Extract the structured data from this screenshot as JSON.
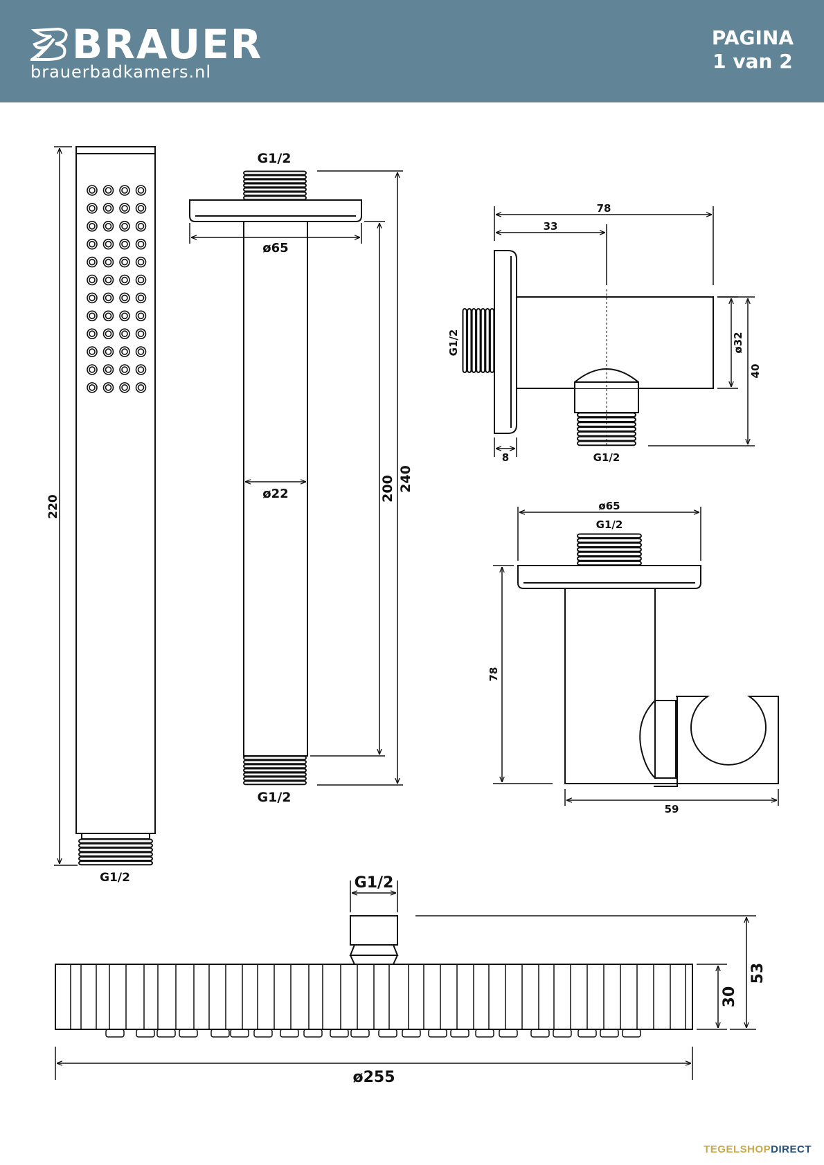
{
  "header": {
    "brand": "BRAUER",
    "website": "brauerbadkamers.nl",
    "page_line1": "PAGINA",
    "page_line2": "1 van 2",
    "bg_color": "#618597"
  },
  "hand_shower": {
    "length": "220",
    "thread": "G1/2"
  },
  "ceiling_arm": {
    "thread_top": "G1/2",
    "flange_diameter": "ø65",
    "tube_diameter": "ø22",
    "inner_length": "200",
    "total_length": "240",
    "thread_bottom": "G1/2"
  },
  "wall_outlet": {
    "total_depth": "78",
    "outlet_offset": "33",
    "thread_back": "G1/2",
    "body_diameter": "ø32",
    "height": "40",
    "flange_thickness": "8",
    "thread_outlet": "G1/2"
  },
  "wall_holder": {
    "flange_diameter": "ø65",
    "thread": "G1/2",
    "height": "78",
    "depth": "59"
  },
  "rain_shower": {
    "thread": "G1/2",
    "body_height": "30",
    "total_height": "53",
    "diameter": "ø255"
  },
  "footer": {
    "part1": "TEGELSHOP",
    "part2": "DIRECT"
  }
}
